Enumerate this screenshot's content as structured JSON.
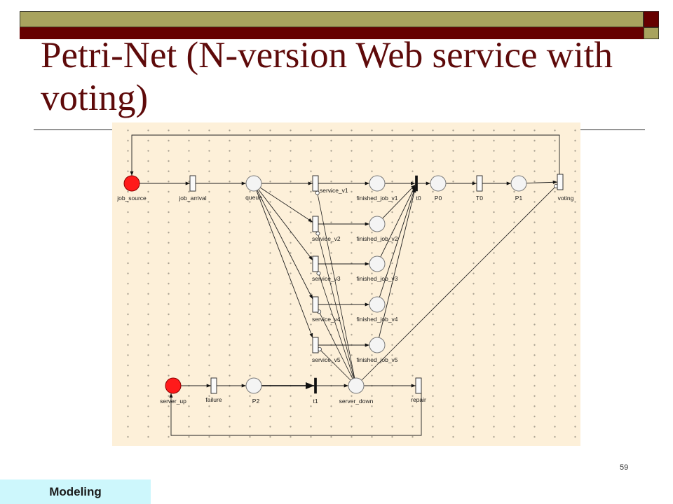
{
  "slide": {
    "title": "Petri-Net (N-version Web service with voting)",
    "page_number": "59",
    "section_tab": "Modeling"
  },
  "colors": {
    "maroon": "#660000",
    "olive": "#a8a35e",
    "title_text": "#5e0a0a",
    "diagram_background": "#fdf0d9",
    "token_place": "#ff1a1a",
    "section_tab_background": "#cdf7fc"
  },
  "diagram": {
    "places": {
      "job_source": {
        "label": "job_source",
        "marked": true
      },
      "queue": {
        "label": "queue",
        "marked": false
      },
      "finished_job_v1": {
        "label": "finished_job_v1",
        "marked": false
      },
      "P0": {
        "label": "P0",
        "marked": false
      },
      "P1": {
        "label": "P1",
        "marked": false
      },
      "finished_job_v2": {
        "label": "finished_job_v2",
        "marked": false
      },
      "finished_job_v3": {
        "label": "finished_job_v3",
        "marked": false
      },
      "finished_job_v4": {
        "label": "finished_job_v4",
        "marked": false
      },
      "finished_job_v5": {
        "label": "finished_job_v5",
        "marked": false
      },
      "server_up": {
        "label": "server_up",
        "marked": true
      },
      "P2": {
        "label": "P2",
        "marked": false
      },
      "server_down": {
        "label": "server_down",
        "marked": false
      }
    },
    "transitions": {
      "job_arrival": {
        "label": "job_arrival",
        "immediate": false
      },
      "service_v1": {
        "label": "service_v1",
        "immediate": false
      },
      "t0": {
        "label": "t0",
        "immediate": true
      },
      "T0": {
        "label": "T0",
        "immediate": false
      },
      "voting": {
        "label": "voting",
        "immediate": false
      },
      "service_v2": {
        "label": "service_v2",
        "immediate": false
      },
      "service_v3": {
        "label": "service_v3",
        "immediate": false
      },
      "service_v4": {
        "label": "service_v4",
        "immediate": false
      },
      "service_v5": {
        "label": "service_v5",
        "immediate": false
      },
      "failure": {
        "label": "failure",
        "immediate": false
      },
      "t1": {
        "label": "t1",
        "immediate": true
      },
      "repair": {
        "label": "repair",
        "immediate": false
      }
    }
  }
}
